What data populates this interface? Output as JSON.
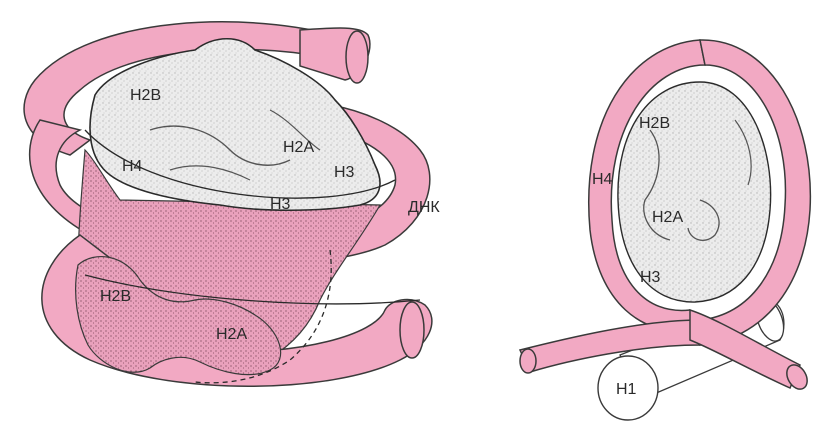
{
  "colors": {
    "background": "#ffffff",
    "dna": "#f2a9c3",
    "dna_stroke": "#3a3a3a",
    "histone_surface": "#ececec",
    "histone_dark": "#8a8a8a",
    "histone_pink_shade": "#d98aa8"
  },
  "left_diagram": {
    "labels": {
      "h2b_top": "H2B",
      "h4": "H4",
      "h2a_top": "H2A",
      "h3_right": "H3",
      "h3_bottom": "H3",
      "dna": "ДНК",
      "h2b_lower": "H2B",
      "h2a_lower": "H2A"
    }
  },
  "right_diagram": {
    "labels": {
      "h2b": "H2B",
      "h4": "H4",
      "h2a": "H2A",
      "h3": "H3",
      "h1": "H1"
    }
  }
}
